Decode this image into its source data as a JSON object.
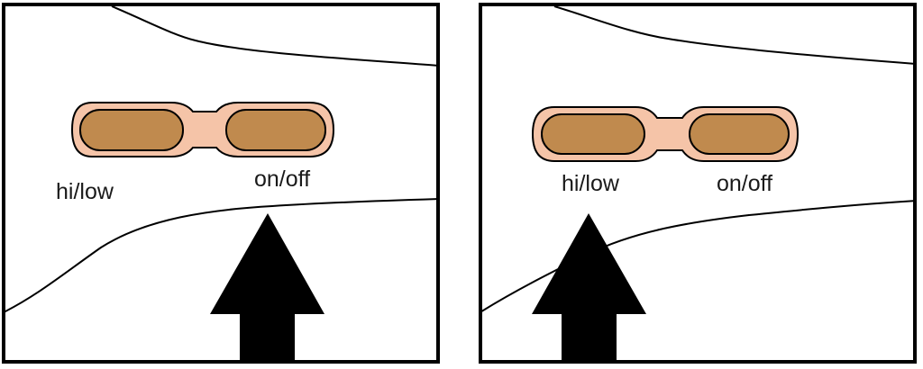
{
  "panels": [
    {
      "id": "left",
      "labels": {
        "hi_low": "hi/low",
        "on_off": "on/off"
      },
      "arrow_points_to": "on/off"
    },
    {
      "id": "right",
      "labels": {
        "hi_low": "hi/low",
        "on_off": "on/off"
      },
      "arrow_points_to": "hi/low"
    }
  ],
  "colors": {
    "outline": "#000000",
    "button_housing": "#f5c4a8",
    "button": "#c08a4e",
    "arrow": "#000000",
    "background": "#ffffff"
  },
  "icons": {
    "button_cluster": "switch-pair-icon",
    "arrow": "up-arrow-icon"
  }
}
